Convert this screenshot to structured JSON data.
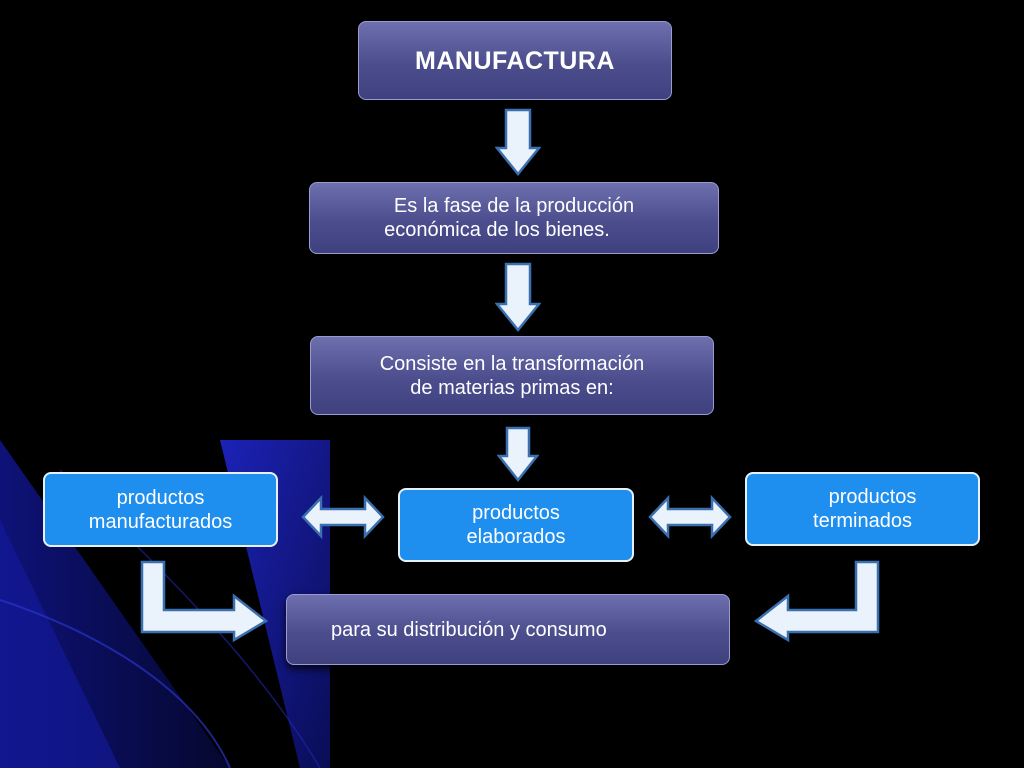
{
  "diagram": {
    "title": "MANUFACTURA",
    "definition": {
      "line1": "Es la fase de la producción",
      "line2": "económica de los bienes."
    },
    "transformation": {
      "line1": "Consiste en la transformación",
      "line2": "de materias primas en:"
    },
    "products": {
      "manufactured": {
        "line1": "productos",
        "line2": "manufacturados"
      },
      "elaborated": {
        "line1": "productos",
        "line2": "elaborados"
      },
      "finished": {
        "line1": "productos",
        "line2": "terminados"
      }
    },
    "destination": "para su distribución y consumo"
  },
  "colors": {
    "background": "#000000",
    "navy_box": "#4b4d8d",
    "blue_box": "#1e8eef",
    "arrow_fill": "#eaf2fb",
    "arrow_stroke": "#3a6fb0",
    "accent_blue": "#1a1f9e"
  }
}
